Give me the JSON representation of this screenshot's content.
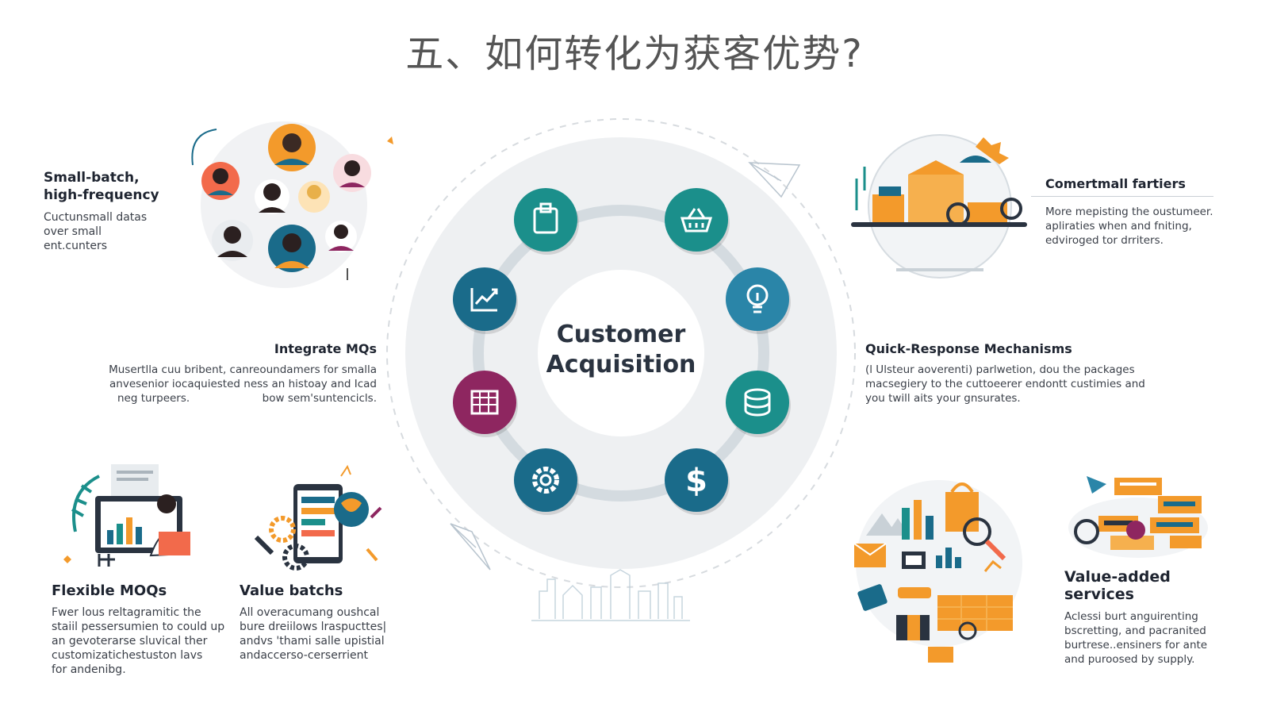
{
  "title": "五、如何转化为获客优势?",
  "center": {
    "line1": "Customer",
    "line2": "Acquisition"
  },
  "colors": {
    "teal": "#1b8f8b",
    "blue": "#1a6b8a",
    "plum": "#8e2660",
    "sky": "#2a85a8",
    "orange": "#f39a2b"
  },
  "wheel_icons": [
    "clipboard-icon",
    "basket-icon",
    "lightbulb-icon",
    "database-icon",
    "dollar-icon",
    "gear-icon",
    "calendar-icon",
    "chart-icon"
  ],
  "sections": {
    "small_batch": {
      "heading1": "Small-batch,",
      "heading2": "high-frequency",
      "lines": [
        "Cuctunsmall datas",
        "over small",
        "ent.cunters"
      ]
    },
    "integrate": {
      "heading": "Integrate MQs",
      "lines": [
        "Musertlla cuu bribent, canreoundamers for smalla",
        "anvesenior iocaquiested ness an histoay and Icad",
        "neg turpeers.",
        "bow sem'suntencicls."
      ]
    },
    "flexible": {
      "heading": "Flexible MOQs",
      "lines": [
        "Fwer lous reltagramitic the",
        "staiil pessersumien to could up",
        "an gevoterarse sluvical ther",
        "customizatichestuston lavs",
        "for andenibg."
      ]
    },
    "value_batchs": {
      "heading": "Value batchs",
      "lines": [
        "All overacumang oushcal",
        "bure dreiilows lraspucttes|",
        "andvs 'thami salle upistial",
        "andaccerso-cerserrient"
      ]
    },
    "comertmall": {
      "heading": "Comertmall fartiers",
      "lines": [
        "More mepisting the oustumeer.",
        "apliraties when and fniting,",
        "edviroged tor drriters."
      ]
    },
    "quick": {
      "heading": "Quick-Response Mechanisms",
      "lines": [
        "(l Ulsteur aoverenti) parlwetion, dou the packages",
        "macsegiery to the cuttoeerer endontt custimies and",
        "you twill aits your gnsurates."
      ]
    },
    "value_added": {
      "heading1": "Value-added",
      "heading2": "services",
      "lines": [
        "Aclessi burt anguirenting",
        "bscretting, and pacranited",
        "burtrese..ensiners for ante",
        "and puroosed by supply."
      ]
    }
  }
}
